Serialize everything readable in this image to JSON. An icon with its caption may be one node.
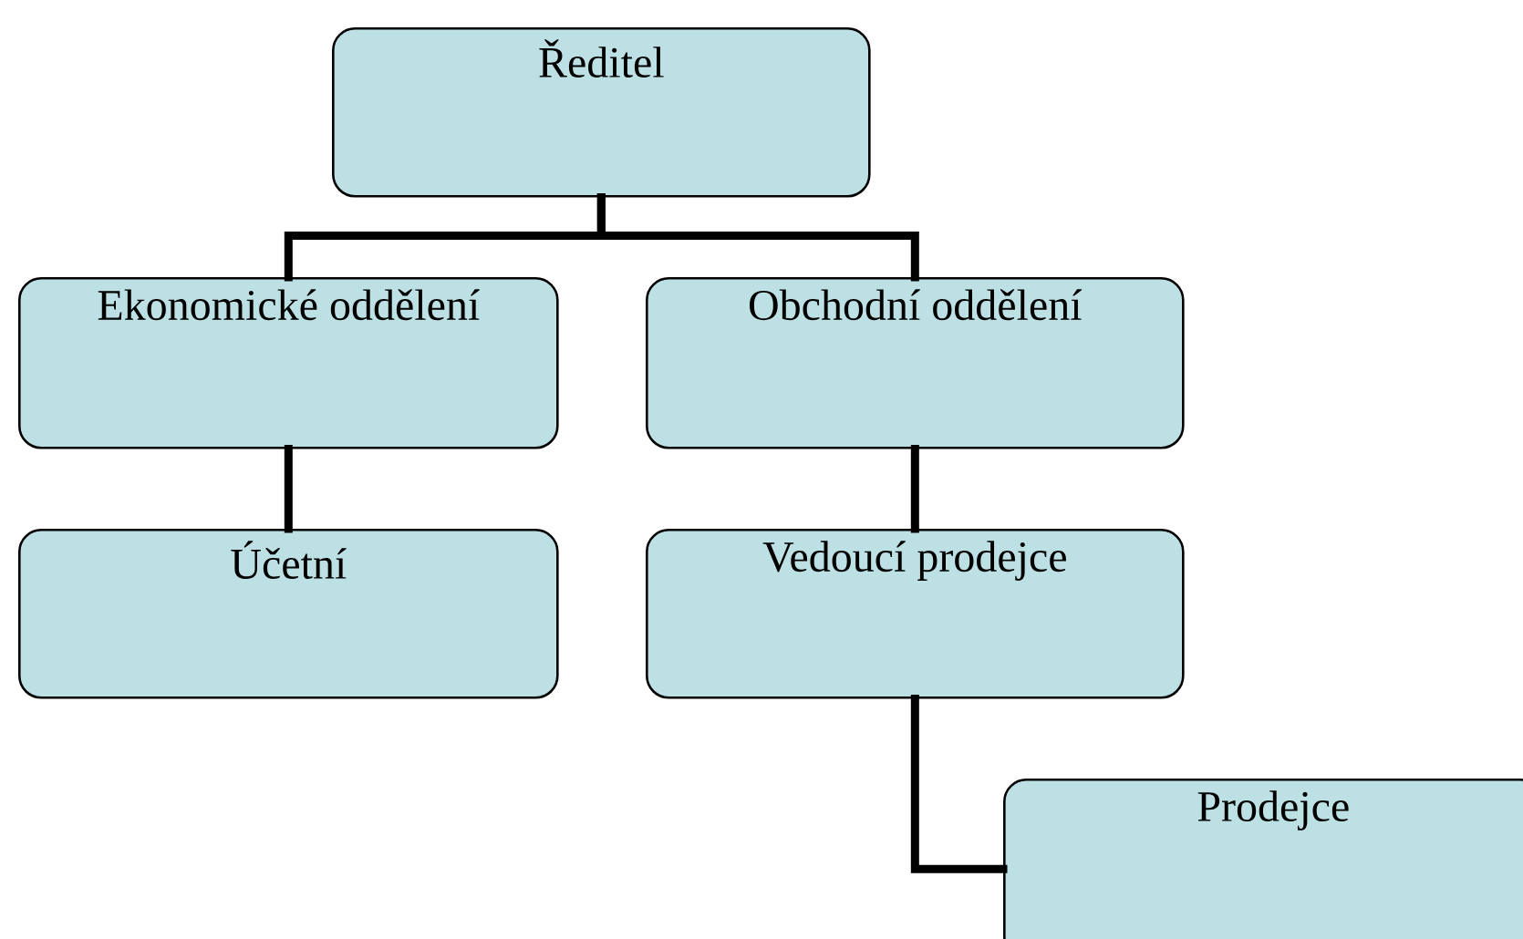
{
  "diagram": {
    "nodes": [
      {
        "text": [
          "Ředitel"
        ]
      },
      {
        "text": [
          "Ekonomické oddělení"
        ]
      },
      {
        "text": [
          "Obchodní oddělení"
        ]
      },
      {
        "text": [
          "Účetní"
        ]
      },
      {
        "text": [
          "Vedoucí prodejce"
        ]
      },
      {
        "text": [
          "Prodejce"
        ]
      }
    ],
    "edges": [
      {
        "from": 0,
        "to": 1,
        "arrow": "none"
      },
      {
        "from": 0,
        "to": 2,
        "arrow": "none"
      },
      {
        "from": 1,
        "to": 3,
        "arrow": "none"
      },
      {
        "from": 2,
        "to": 4,
        "arrow": "none"
      },
      {
        "from": 4,
        "to": 5,
        "arrow": "none"
      }
    ]
  }
}
